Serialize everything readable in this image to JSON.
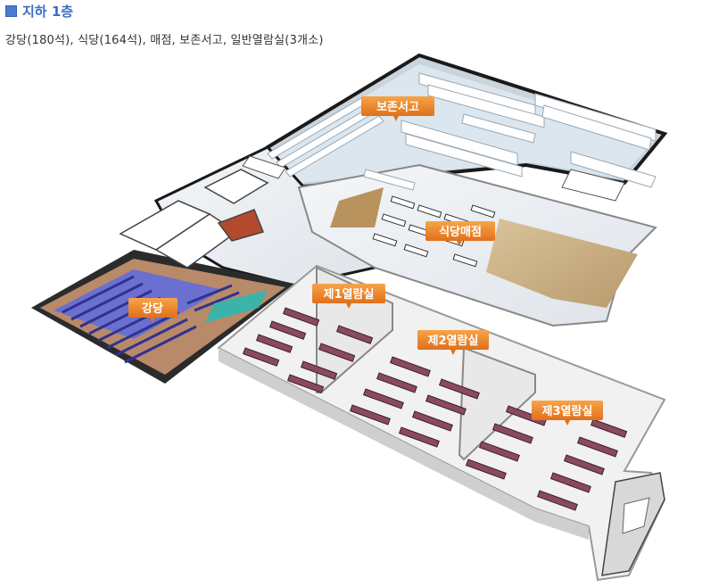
{
  "header": {
    "title": "지하 1층",
    "description": "강당(180석), 식당(164석), 매점, 보존서고, 일반열람실(3개소)"
  },
  "labels": {
    "storage": "보존서고",
    "cafeteria": "식당매점",
    "auditorium": "강당",
    "reading1": "제1열람실",
    "reading2": "제2열람실",
    "reading3": "제3열람실"
  },
  "colors": {
    "accent": "#3b6fc6",
    "label_bg": "#f08a2a",
    "wall": "#1a1a1a",
    "auditorium_seat": "#3b3ea8",
    "reading_desk": "#8a4a5e"
  }
}
